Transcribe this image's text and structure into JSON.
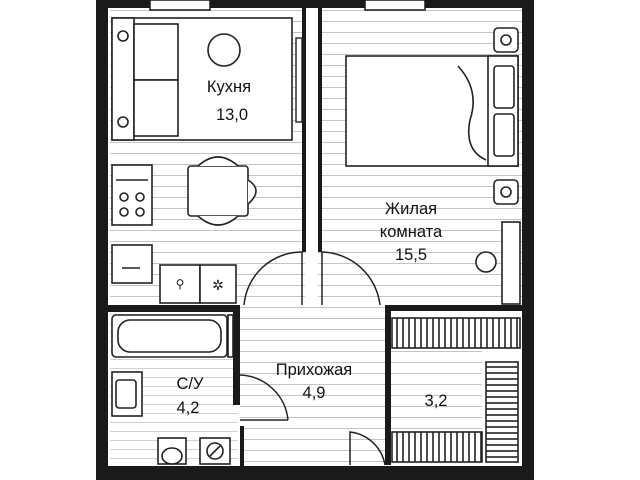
{
  "rooms": {
    "kitchen": {
      "name": "Кухня",
      "area": "13,0"
    },
    "living": {
      "name_line1": "Жилая",
      "name_line2": "комната",
      "area": "15,5"
    },
    "hallway": {
      "name": "Прихожая",
      "area": "4,9"
    },
    "bathroom": {
      "name": "С/У",
      "area": "4,2"
    },
    "closet": {
      "area": "3,2"
    }
  },
  "colors": {
    "wall": "#1a1a1a",
    "line": "#222222",
    "floor_hatch": "#b8b8b8",
    "background": "#ffffff"
  }
}
